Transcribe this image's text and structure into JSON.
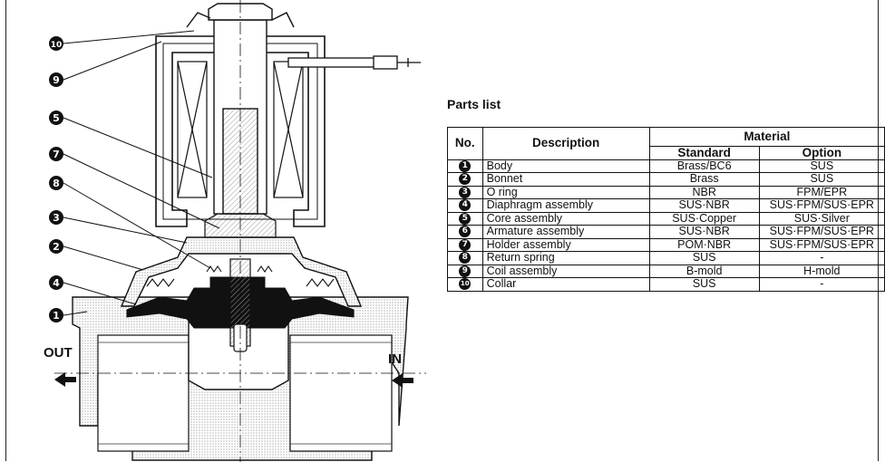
{
  "parts_title": "Parts list",
  "table": {
    "headers": {
      "no": "No.",
      "description": "Description",
      "material": "Material",
      "standard": "Standard",
      "option": "Option"
    },
    "rows": [
      {
        "no": "1",
        "description": "Body",
        "standard": "Brass/BC6",
        "option": "SUS"
      },
      {
        "no": "2",
        "description": "Bonnet",
        "standard": "Brass",
        "option": "SUS"
      },
      {
        "no": "3",
        "description": "O ring",
        "standard": "NBR",
        "option": "FPM/EPR"
      },
      {
        "no": "4",
        "description": "Diaphragm assembly",
        "standard": "SUS·NBR",
        "option": "SUS·FPM/SUS·EPR"
      },
      {
        "no": "5",
        "description": "Core assembly",
        "standard": "SUS·Copper",
        "option": "SUS·Silver"
      },
      {
        "no": "6",
        "description": "Armature assembly",
        "standard": "SUS·NBR",
        "option": "SUS·FPM/SUS·EPR"
      },
      {
        "no": "7",
        "description": "Holder assembly",
        "standard": "POM·NBR",
        "option": "SUS·FPM/SUS·EPR"
      },
      {
        "no": "8",
        "description": "Return spring",
        "standard": "SUS",
        "option": "-"
      },
      {
        "no": "9",
        "description": "Coil assembly",
        "standard": "B-mold",
        "option": "H-mold"
      },
      {
        "no": "10",
        "description": "Collar",
        "standard": "SUS",
        "option": "-"
      }
    ]
  },
  "diagram": {
    "out_label": "OUT",
    "in_label": "IN",
    "callouts": [
      "10",
      "9",
      "5",
      "7",
      "8",
      "3",
      "2",
      "4",
      "1"
    ]
  }
}
